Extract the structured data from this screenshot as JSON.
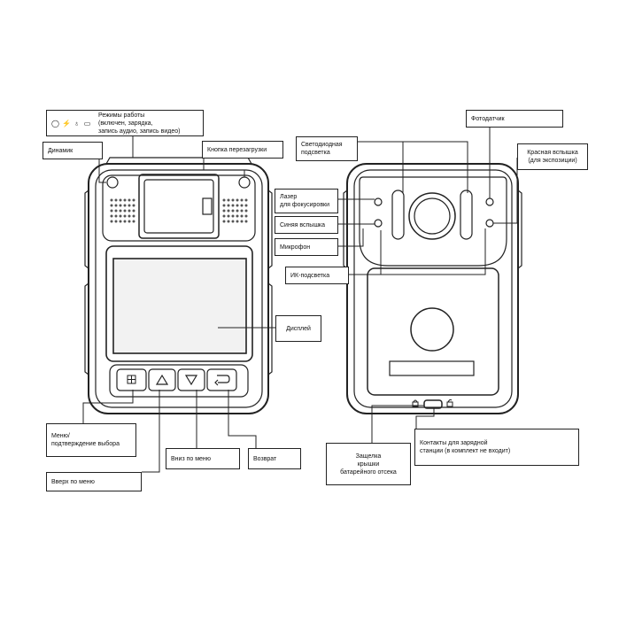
{
  "labels": {
    "modes": "Режимы работы\n(включен, зарядка,\nзапись аудио, запись видео)",
    "reboot": "Кнопка перезагрузки",
    "speaker": "Динамик",
    "led": "Светодиодная\nподсветка",
    "photosensor": "Фотодатчик",
    "laser": "Лазер\nдля фокусировки",
    "blue_flash": "Синяя вспышка",
    "red_flash": "Красная вспышка\n(для экспозиции)",
    "mic": "Микрофон",
    "ir": "ИК-подсветка",
    "display": "Дисплей",
    "menu_confirm": "Меню/\nподтверждение выбора",
    "down_menu": "Вниз по меню",
    "back": "Возврат",
    "latch": "Защелка\nкрышки\nбатарейного отсека",
    "contacts": "Контакты для зарядной\nстанции (в комплект не входит)",
    "up_menu": "Вверх по меню"
  },
  "icons": [
    "power-icon",
    "battery-charge-icon",
    "microphone-icon",
    "video-camera-icon"
  ],
  "colors": {
    "line": "#222222",
    "device_fill": "#ffffff",
    "screen_fill": "#f2f2f2"
  }
}
